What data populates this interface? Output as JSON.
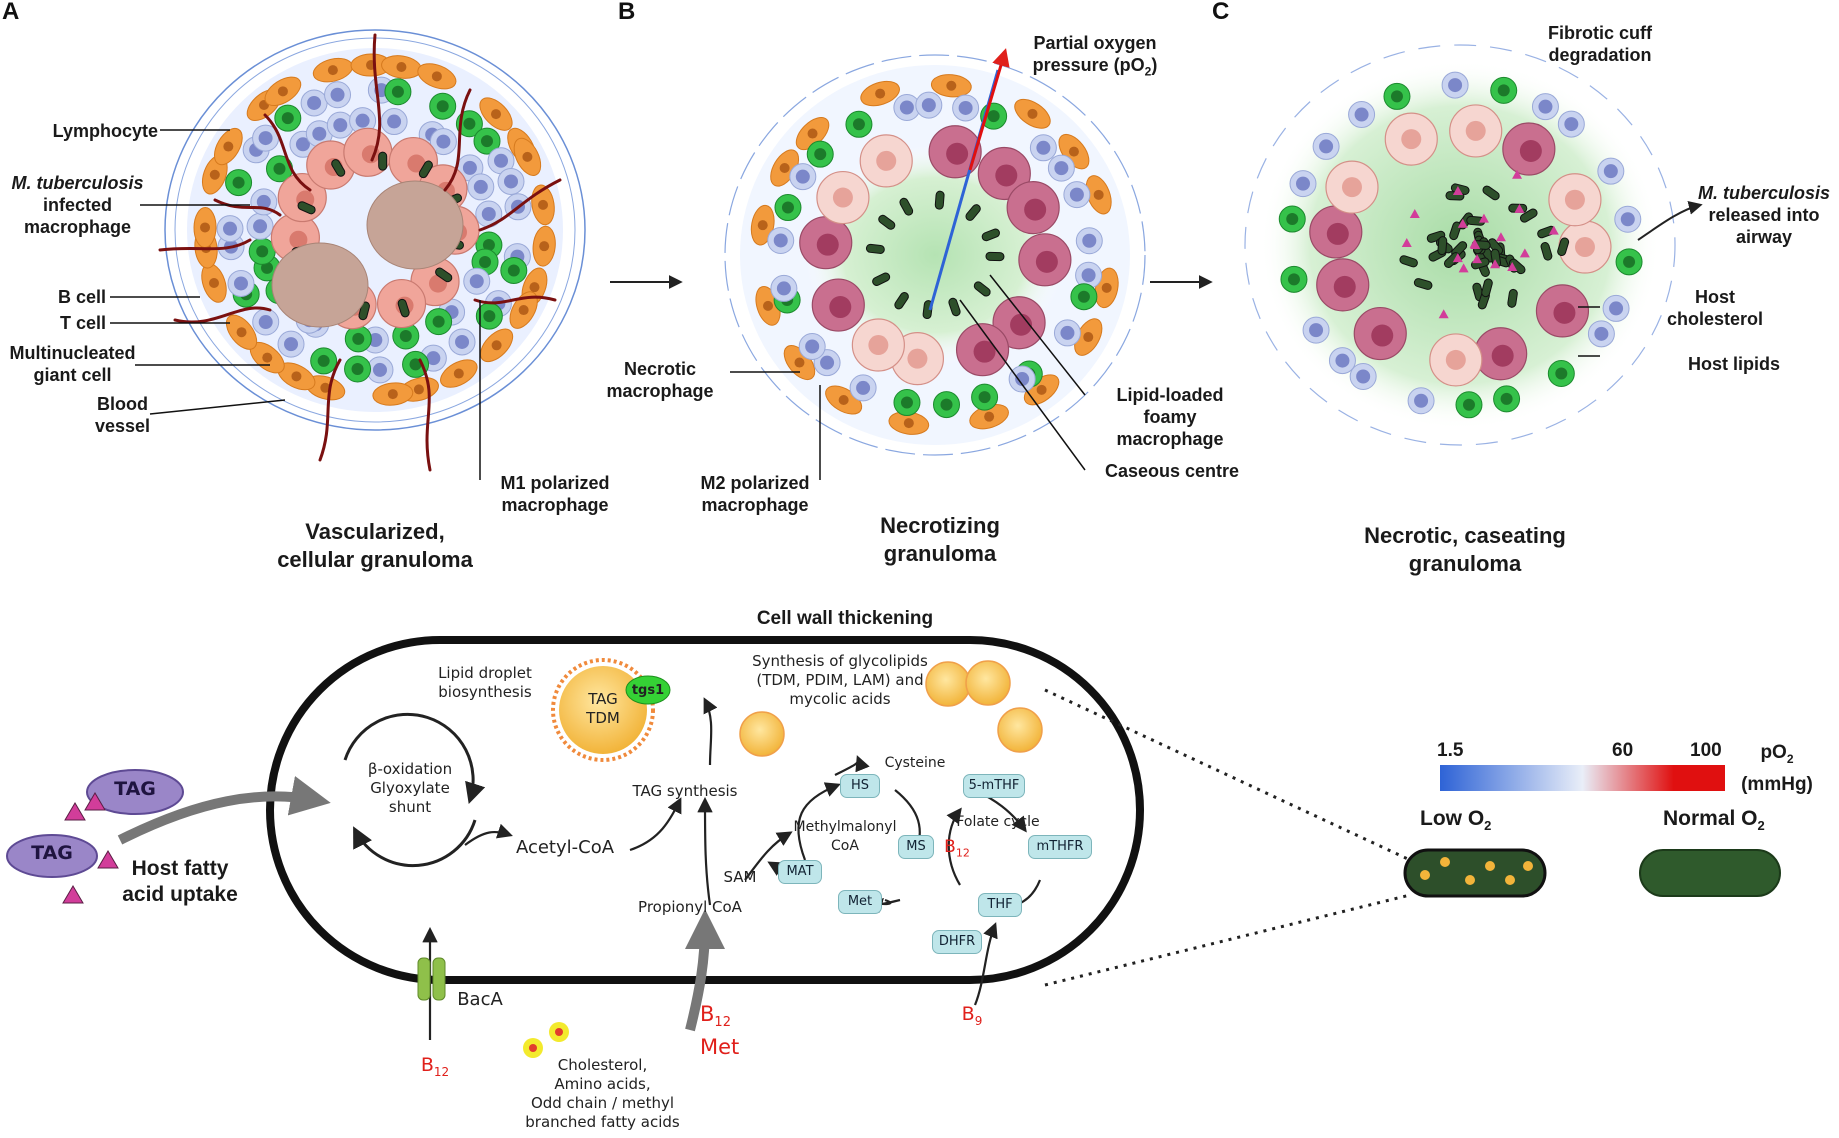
{
  "panels": {
    "a": "A",
    "b": "B",
    "c": "C"
  },
  "granuloma_a": {
    "title_line1": "Vascularized,",
    "title_line2": "cellular granuloma",
    "lymphocyte": "Lymphocyte",
    "mtb_italic": "M. tuberculosis",
    "infected_line1": "infected",
    "infected_line2": "macrophage",
    "b_cell": "B cell",
    "t_cell": "T cell",
    "giant_line1": "Multinucleated",
    "giant_line2": "giant cell",
    "vessel_line1": "Blood",
    "vessel_line2": "vessel",
    "m1_line1": "M1 polarized",
    "m1_line2": "macrophage"
  },
  "granuloma_b": {
    "title_line1": "Necrotizing",
    "title_line2": "granuloma",
    "po2_line1": "Partial oxygen",
    "po2_line2": "pressure (pO",
    "po2_sub": "2",
    "po2_end": ")",
    "necrotic_line1": "Necrotic",
    "necrotic_line2": "macrophage",
    "m2_line1": "M2 polarized",
    "m2_line2": "macrophage",
    "foamy_line1": "Lipid-loaded",
    "foamy_line2": "foamy",
    "foamy_line3": "macrophage",
    "caseous": "Caseous centre"
  },
  "granuloma_c": {
    "title_line1": "Necrotic, caseating",
    "title_line2": "granuloma",
    "cuff_line1": "Fibrotic cuff",
    "cuff_line2": "degradation",
    "mtb_italic": "M. tuberculosis",
    "released_line1": "released into",
    "released_line2": "airway",
    "chol_line1": "Host",
    "chol_line2": "cholesterol",
    "lipids": "Host lipids"
  },
  "metabolism": {
    "cell_wall": "Cell wall thickening",
    "lipid_line1": "Lipid droplet",
    "lipid_line2": "biosynthesis",
    "tag": "TAG",
    "tdm": "TDM",
    "tgs1": "tgs1",
    "glyco_line1": "Synthesis of glycolipids",
    "glyco_line2": "(TDM, PDIM, LAM) and",
    "glyco_line3": "mycolic acids",
    "beta_line1": "β-oxidation",
    "beta_line2": "Glyoxylate",
    "beta_line3": "shunt",
    "tag_synthesis": "TAG synthesis",
    "acetyl": "Acetyl-CoA",
    "propionyl": "Propionyl CoA",
    "sam": "SAM",
    "cysteine": "Cysteine",
    "methylmalonyl_line1": "Methylmalonyl",
    "methylmalonyl_line2": "CoA",
    "folate": "Folate cycle",
    "enzymes": {
      "hs": "HS",
      "ms": "MS",
      "mat": "MAT",
      "met": "Met",
      "mthf5": "5-mTHF",
      "mthfr": "mTHFR",
      "thf": "THF",
      "dhfr": "DHFR"
    },
    "b12_letter": "B",
    "b12_sub": "12",
    "met_red": "Met",
    "b9_sub": "9",
    "baca": "BacA",
    "host_tag1": "TAG",
    "host_tag2": "TAG",
    "uptake_line1": "Host fatty",
    "uptake_line2": "acid uptake",
    "nutr_line1": "Cholesterol,",
    "nutr_line2": "Amino acids,",
    "nutr_line3": "Odd chain / methyl",
    "nutr_line4": "branched fatty acids"
  },
  "oxygen": {
    "v1": "1.5",
    "v2": "60",
    "v3": "100",
    "unit_line1": "pO",
    "unit_sub": "2",
    "unit_line2": "(mmHg)",
    "low": "Low O",
    "normal": "Normal O",
    "sub": "2",
    "colors": {
      "low": "#2e63d6",
      "mid": "#e9eef8",
      "high": "#e01010"
    }
  }
}
